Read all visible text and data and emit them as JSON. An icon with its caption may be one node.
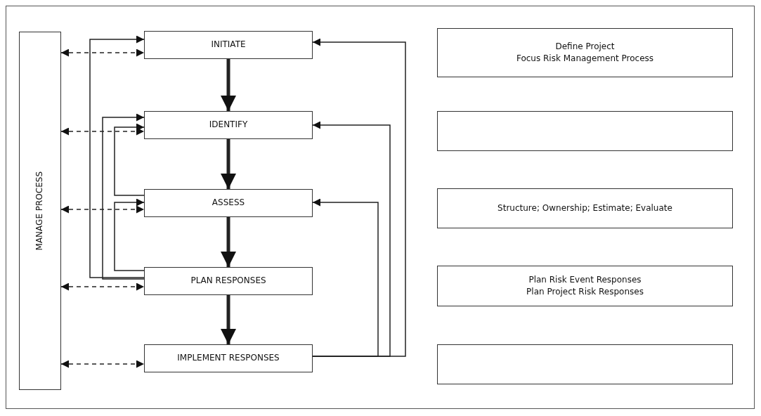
{
  "diagram": {
    "nodes": [
      {
        "text": [
          "MANAGE PROCESS"
        ]
      },
      {
        "text": [
          "INITIATE"
        ]
      },
      {
        "text": [
          "IDENTIFY"
        ]
      },
      {
        "text": [
          "ASSESS"
        ]
      },
      {
        "text": [
          "PLAN RESPONSES"
        ]
      },
      {
        "text": [
          "IMPLEMENT RESPONSES"
        ]
      },
      {
        "text": [
          "Define Project",
          "Focus Risk Management Process"
        ]
      },
      {
        "text": [],
        "shape": "box"
      },
      {
        "text": [
          "Structure; Ownership; Estimate; Evaluate"
        ]
      },
      {
        "text": [
          "Plan Risk Event Responses",
          "Plan Project Risk Responses"
        ]
      },
      {
        "text": [],
        "shape": "box"
      }
    ],
    "edges": [
      {
        "from": 0,
        "to": 1,
        "arrow": "both",
        "style": "dashed"
      },
      {
        "from": 0,
        "to": 2,
        "arrow": "both",
        "style": "dashed"
      },
      {
        "from": 0,
        "to": 3,
        "arrow": "both",
        "style": "dashed"
      },
      {
        "from": 0,
        "to": 4,
        "arrow": "both",
        "style": "dashed"
      },
      {
        "from": 0,
        "to": 5,
        "arrow": "both",
        "style": "dashed"
      },
      {
        "from": 1,
        "to": 2,
        "arrow": "to",
        "style": "thick"
      },
      {
        "from": 2,
        "to": 3,
        "arrow": "to",
        "style": "thick"
      },
      {
        "from": 3,
        "to": 4,
        "arrow": "to",
        "style": "thick"
      },
      {
        "from": 4,
        "to": 5,
        "arrow": "to",
        "style": "thick"
      },
      {
        "from": 4,
        "to": 1,
        "arrow": "to"
      },
      {
        "from": 4,
        "to": 2,
        "arrow": "to"
      },
      {
        "from": 3,
        "to": 2,
        "arrow": "to"
      },
      {
        "from": 4,
        "to": 3,
        "arrow": "to"
      },
      {
        "from": 5,
        "to": 3,
        "arrow": "to"
      },
      {
        "from": 5,
        "to": 2,
        "arrow": "to"
      },
      {
        "from": 5,
        "to": 1,
        "arrow": "to"
      }
    ]
  }
}
